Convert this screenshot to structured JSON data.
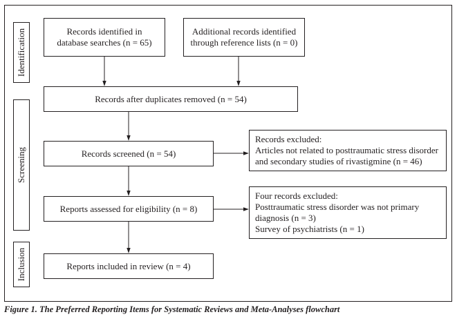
{
  "stages": {
    "identification": "Identification",
    "screening": "Screening",
    "inclusion": "Inclusion"
  },
  "boxes": {
    "database": "Records identified in\ndatabase searches (n = 65)",
    "additional": "Additional records identified\nthrough reference lists (n = 0)",
    "duplicates": "Records after duplicates removed (n = 54)",
    "screened": "Records screened (n = 54)",
    "excluded1": "Records excluded:\nArticles not related to posttraumatic stress disorder\nand secondary studies of rivastigmine (n = 46)",
    "eligibility": "Reports assessed for eligibility (n = 8)",
    "excluded2": "Four records excluded:\nPosttraumatic stress disorder was not primary\ndiagnosis (n = 3)\nSurvey of psychiatrists (n = 1)",
    "included": "Reports included in review (n = 4)"
  },
  "caption": "Figure 1. The Preferred Reporting Items for Systematic Reviews and Meta-Analyses flowchart"
}
